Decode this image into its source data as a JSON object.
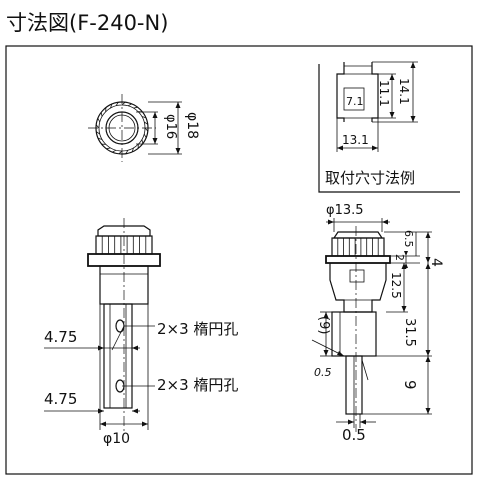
{
  "title": "寸法図(F-240-N)",
  "labels": {
    "d16": "φ16",
    "d18": "φ18",
    "w71": "7.1",
    "h111": "11.1",
    "h141": "14.1",
    "w131": "13.1",
    "cutout_caption": "取付穴寸法例",
    "d135": "φ13.5",
    "h65": "6.5",
    "h2": "2",
    "h4": "4",
    "h125": "12.5",
    "h315": "31.5",
    "h9": "9",
    "w9": "(9)",
    "t05a": "0.5",
    "t05b": "0.5",
    "w475a": "4.75",
    "w475b": "4.75",
    "hole_a": "2×3 楕円孔",
    "hole_b": "2×3 楕円孔",
    "d10": "φ10"
  },
  "colors": {
    "line": "#111111",
    "background": "#ffffff"
  }
}
